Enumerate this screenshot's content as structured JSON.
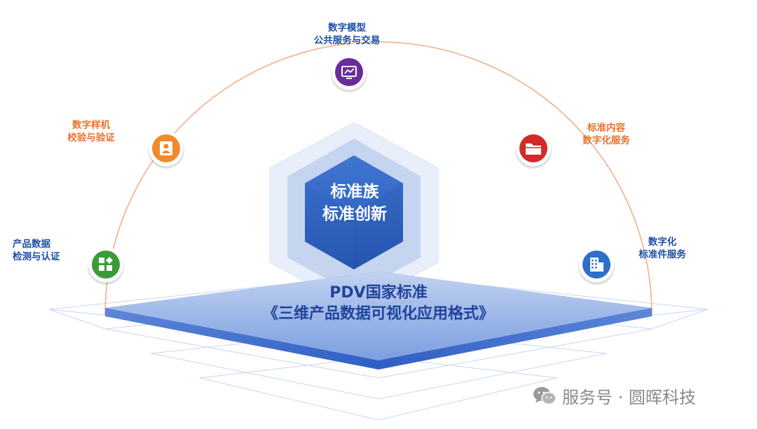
{
  "center": {
    "line1": "标准族",
    "line2": "标准创新"
  },
  "base": {
    "line1": "PDV国家标准",
    "line2": "《三维产品数据可视化应用格式》"
  },
  "nodes": [
    {
      "key": "top",
      "line1": "数字模型",
      "line2": "公共服务与交易",
      "color": "#1f4fa8",
      "circle": "#6a2c9a",
      "icon": "chart-line-icon"
    },
    {
      "key": "upper-left",
      "line1": "数字样机",
      "line2": "校验与验证",
      "color": "#e8742a",
      "circle": "#f28a2c",
      "icon": "contact-card-icon"
    },
    {
      "key": "upper-right",
      "line1": "标准内容",
      "line2": "数字化服务",
      "color": "#e8742a",
      "circle": "#d42a2a",
      "icon": "folder-icon"
    },
    {
      "key": "lower-left",
      "line1": "产品数据",
      "line2": "检测与认证",
      "color": "#1f4fa8",
      "circle": "#3a9b3a",
      "icon": "grid-icon"
    },
    {
      "key": "lower-right",
      "line1": "数字化",
      "line2": "标准件服务",
      "color": "#1f4fa8",
      "circle": "#2e6fc9",
      "icon": "building-icon"
    }
  ],
  "watermark": {
    "text": "服务号 · 圆晖科技"
  },
  "colors": {
    "arc": "#f3b08a",
    "hex_outer": "#e6edf9",
    "hex_mid": "#c4d4ef",
    "hex_inner": "#2f63c0",
    "base_top": "#8aa9e3",
    "base_edge": "#3f6fcf",
    "grid": "#c9d6ee"
  }
}
